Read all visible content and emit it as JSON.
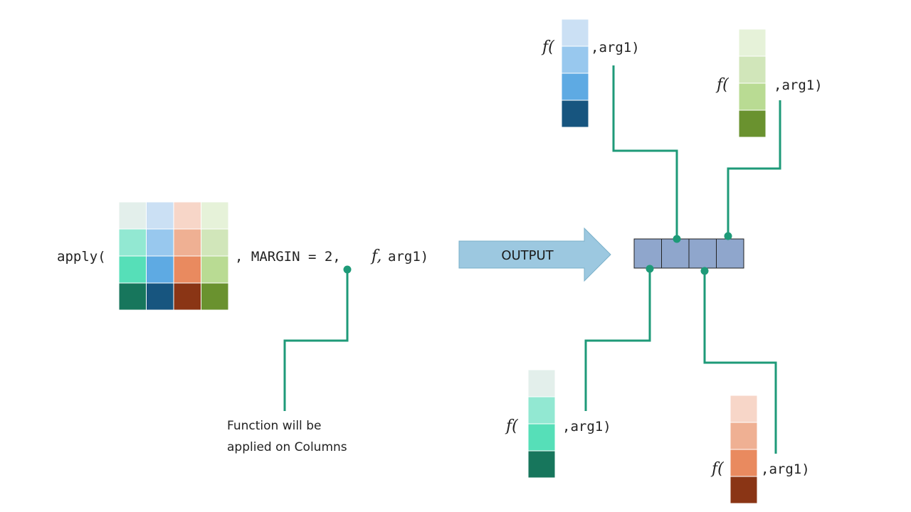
{
  "call": {
    "prefix": "apply(",
    "args": ", MARGIN = 2,",
    "fn": "f,",
    "suffix": " arg1)"
  },
  "note": {
    "line1": "Function will be",
    "line2": "applied on Columns"
  },
  "arrow_label": "OUTPUT",
  "colors": {
    "connector": "#1e9a78",
    "output_cell": "#8fa6cc",
    "output_border": "#222222",
    "arrow_fill": "#9cc8e0"
  },
  "matrix": {
    "columns": [
      [
        "#e3efeb",
        "#92e8d2",
        "#56dfb8",
        "#17765c"
      ],
      [
        "#cbe0f4",
        "#98c8ee",
        "#5eaae3",
        "#17557f"
      ],
      [
        "#f7d6c8",
        "#efb093",
        "#e98a5f",
        "#8a3515"
      ],
      [
        "#e6f2d9",
        "#d1e6ba",
        "#b9db93",
        "#6a922f"
      ]
    ]
  },
  "calls": [
    {
      "fn": "f(",
      "arg": ",arg1)",
      "column": 1
    },
    {
      "fn": "f(",
      "arg": ",arg1)",
      "column": 3
    },
    {
      "fn": "f(",
      "arg": ",arg1)",
      "column": 0
    },
    {
      "fn": "f(",
      "arg": ",arg1)",
      "column": 2
    }
  ]
}
